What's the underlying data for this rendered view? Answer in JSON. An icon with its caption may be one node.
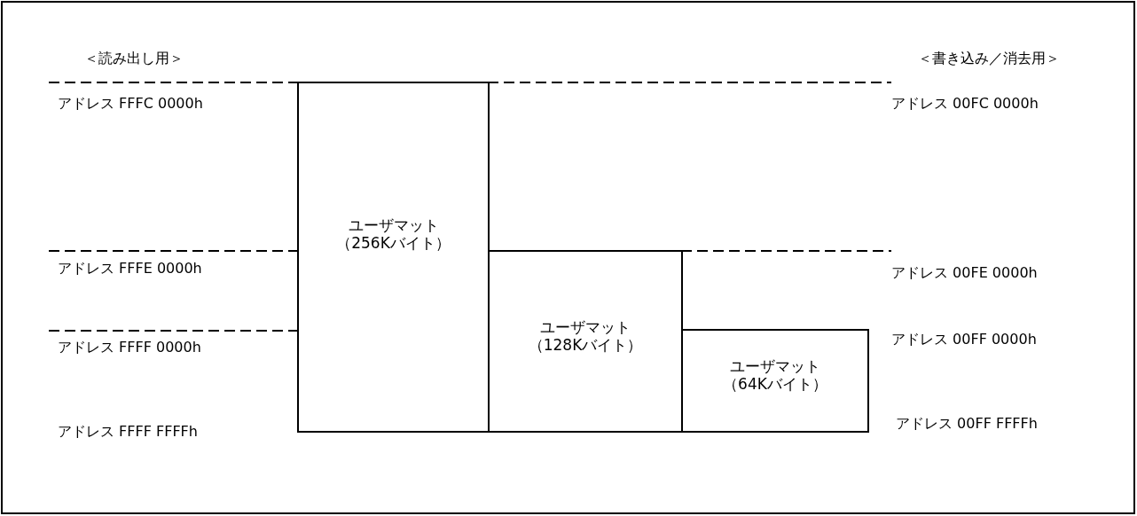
{
  "diagram": {
    "nodes": [
      {
        "text": [
          "ユーザマット",
          "（256Kバイト）"
        ]
      },
      {
        "text": [
          "ユーザマット",
          "（128Kバイト）"
        ]
      },
      {
        "text": [
          "ユーザマット",
          "（64Kバイト）"
        ]
      }
    ],
    "labels": [
      "＜読み出し用＞",
      "＜書き込み／消去用＞",
      "アドレス FFFC 0000h",
      "アドレス 00FC 0000h",
      "アドレス FFFE 0000h",
      "アドレス 00FE 0000h",
      "アドレス FFFF 0000h",
      "アドレス 00FF 0000h",
      "アドレス 00FF FFFFh",
      "アドレス FFFF FFFFh"
    ]
  }
}
